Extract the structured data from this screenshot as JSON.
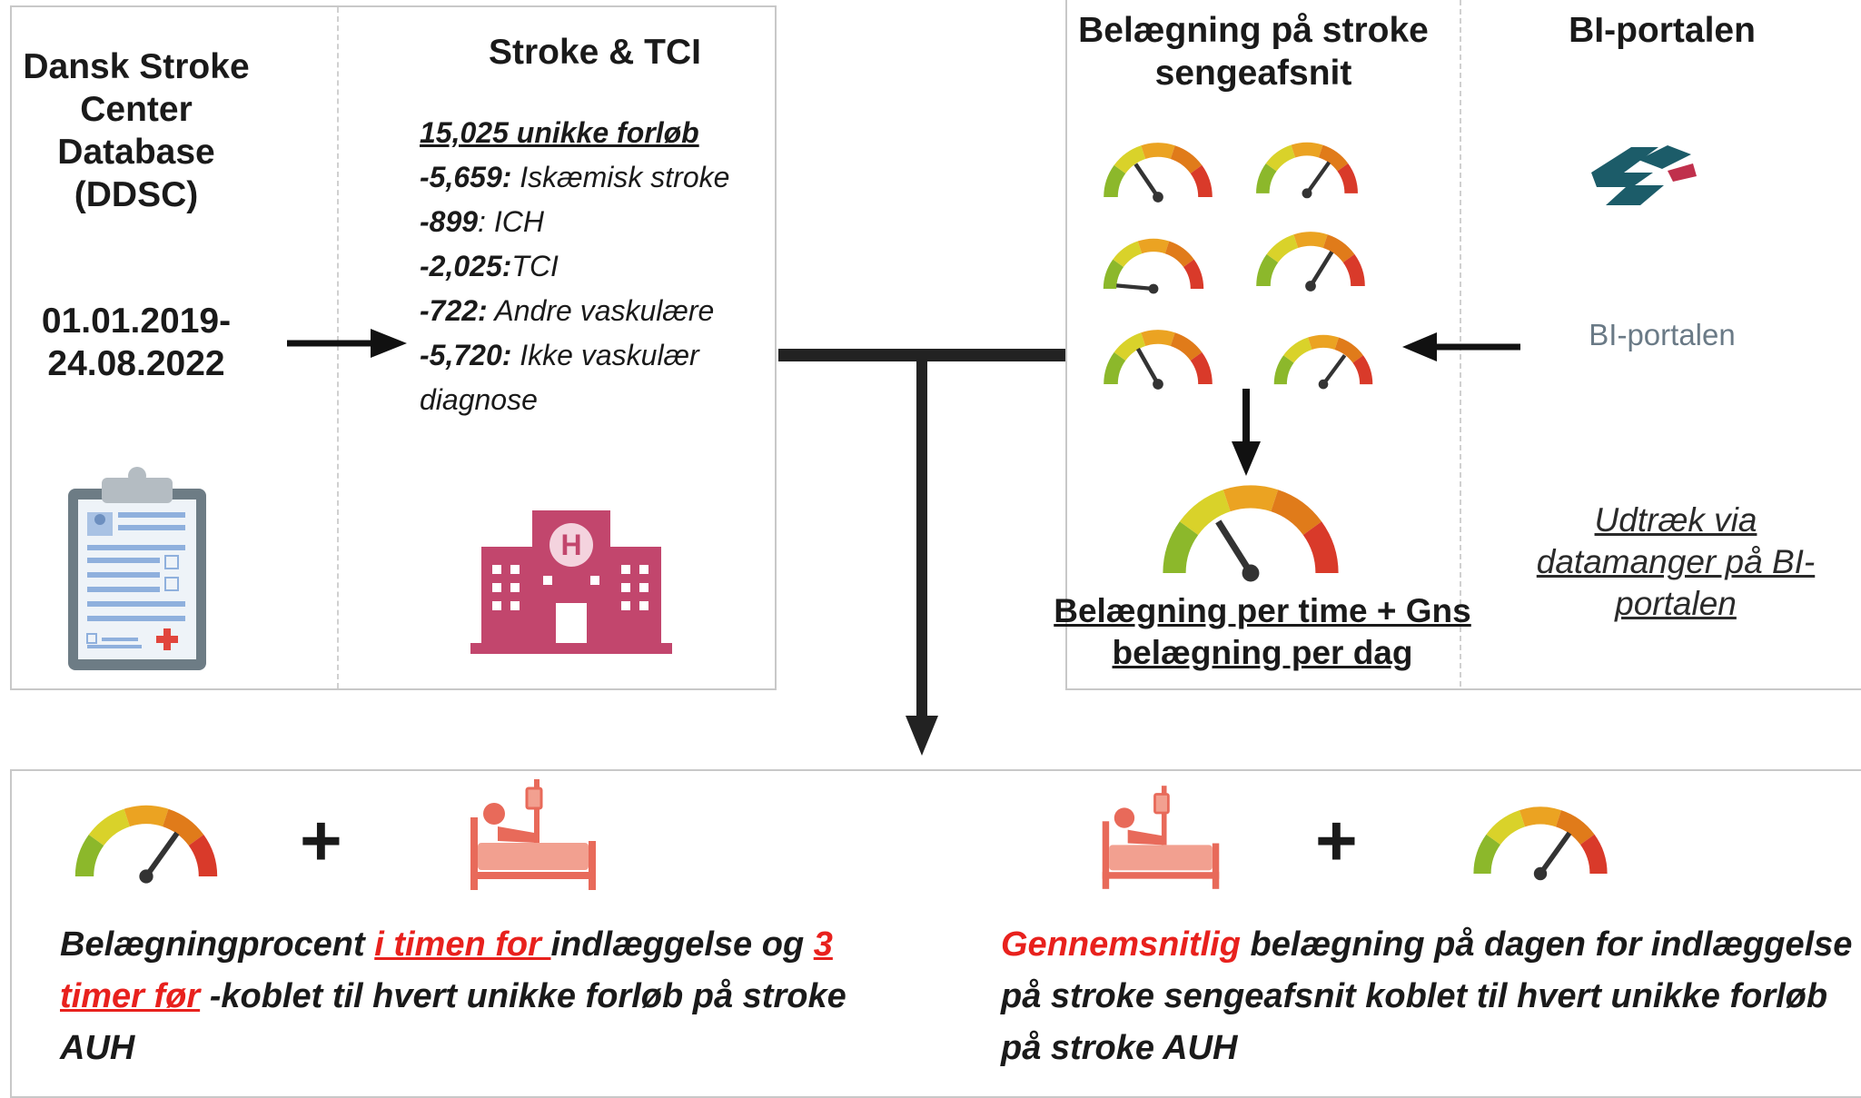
{
  "ddsc": {
    "title": "Dansk Stroke Center Database (DDSC)",
    "dates": "01.01.2019- 24.08.2022"
  },
  "stroke_tci": {
    "title": "Stroke & TCI",
    "total": "15,025 unikke forløb",
    "items": [
      {
        "count": "-5,659:",
        "label": " Iskæmisk stroke"
      },
      {
        "count": "-899",
        "label": ": ICH"
      },
      {
        "count": "-2,025:",
        "label": "TCI"
      },
      {
        "count": "-722:",
        "label": " Andre vaskulære"
      },
      {
        "count": "-5,720:",
        "label": " Ikke vaskulær diagnose"
      }
    ]
  },
  "belaegning": {
    "title": "Belægning på stroke sengeafsnit",
    "bottom_label": "Belægning per time + Gns belægning per dag"
  },
  "bi_portalen": {
    "title": "BI-portalen",
    "logo_text": "BI-portalen",
    "extract_text": "Udtræk via datamanger på BI-portalen"
  },
  "outputs": {
    "plus_symbol": "+",
    "left": {
      "part1": "Belægningprocent ",
      "highlight1": "i timen for ",
      "part2": "indlæggelse og ",
      "highlight2": "3 timer før",
      "part3": "  -koblet til hvert unikke forløb på stroke AUH"
    },
    "right": {
      "highlight": "Gennemsnitlig",
      "text": " belægning på dagen for indlæggelse på stroke sengeafsnit koblet til hvert unikke forløb på stroke AUH"
    }
  },
  "colors": {
    "gauge_green": "#8cb82b",
    "gauge_yellow": "#d9d22a",
    "gauge_amber": "#eba322",
    "gauge_orange": "#e07b1a",
    "gauge_red": "#d93a2a",
    "hospital": "#c2466d",
    "bed": "#e86a5a",
    "highlight_red": "#e8211d",
    "bi_logo_teal": "#1c5c69",
    "bi_logo_red": "#c0304c"
  }
}
